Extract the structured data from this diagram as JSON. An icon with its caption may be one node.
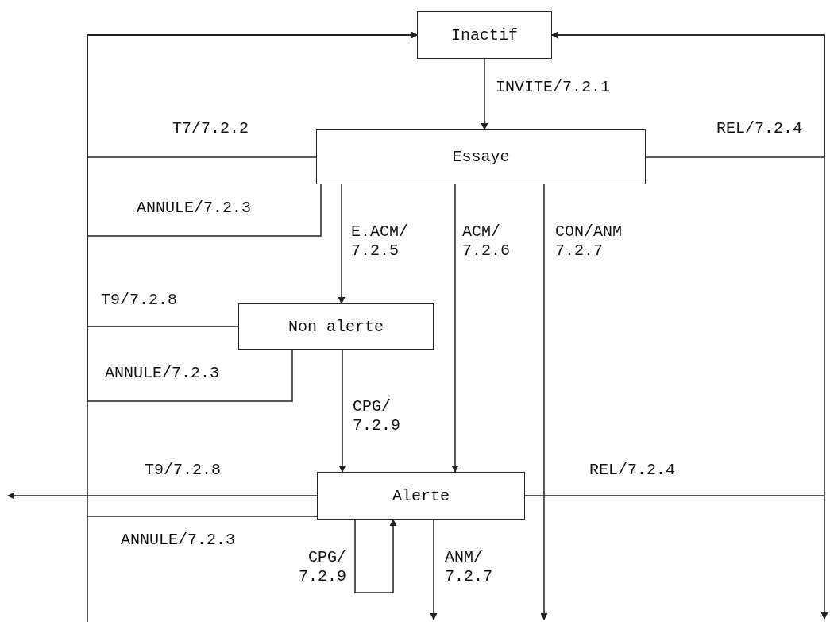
{
  "diagram": {
    "nodes": [
      {
        "text": [
          "Inactif"
        ]
      },
      {
        "text": [
          "Essaye"
        ]
      },
      {
        "text": [
          "Non alerte"
        ]
      },
      {
        "text": [
          "Alerte"
        ]
      }
    ],
    "edges": [
      {
        "from": 0,
        "to": 1,
        "arrow": "to",
        "label": "INVITE/7.2.1"
      },
      {
        "from": 1,
        "to": 0,
        "arrow": "to",
        "label": "T7/7.2.2"
      },
      {
        "from": 1,
        "to": 0,
        "arrow": "to",
        "label": "REL/7.2.4"
      },
      {
        "from": 1,
        "to": 0,
        "arrow": "to",
        "label": "ANNULE/7.2.3"
      },
      {
        "from": 1,
        "to": 2,
        "arrow": "to",
        "label": "E.ACM/ 7.2.5"
      },
      {
        "from": 1,
        "to": 3,
        "arrow": "to",
        "label": "ACM/ 7.2.6"
      },
      {
        "from": 1,
        "to": null,
        "arrow": "to",
        "label": "CON/ANM 7.2.7"
      },
      {
        "from": 2,
        "to": 0,
        "arrow": "to",
        "label": "T9/7.2.8"
      },
      {
        "from": 2,
        "to": 0,
        "arrow": "to",
        "label": "ANNULE/7.2.3"
      },
      {
        "from": 2,
        "to": 3,
        "arrow": "to",
        "label": "CPG/ 7.2.9"
      },
      {
        "from": 3,
        "to": null,
        "arrow": "to",
        "label": "T9/7.2.8"
      },
      {
        "from": 3,
        "to": 0,
        "arrow": "to",
        "label": "REL/7.2.4"
      },
      {
        "from": 3,
        "to": 0,
        "arrow": "to",
        "label": "ANNULE/7.2.3"
      },
      {
        "from": 3,
        "to": 3,
        "arrow": "to",
        "label": "CPG/ 7.2.9"
      },
      {
        "from": 3,
        "to": null,
        "arrow": "to",
        "label": "ANM/ 7.2.7"
      }
    ]
  }
}
